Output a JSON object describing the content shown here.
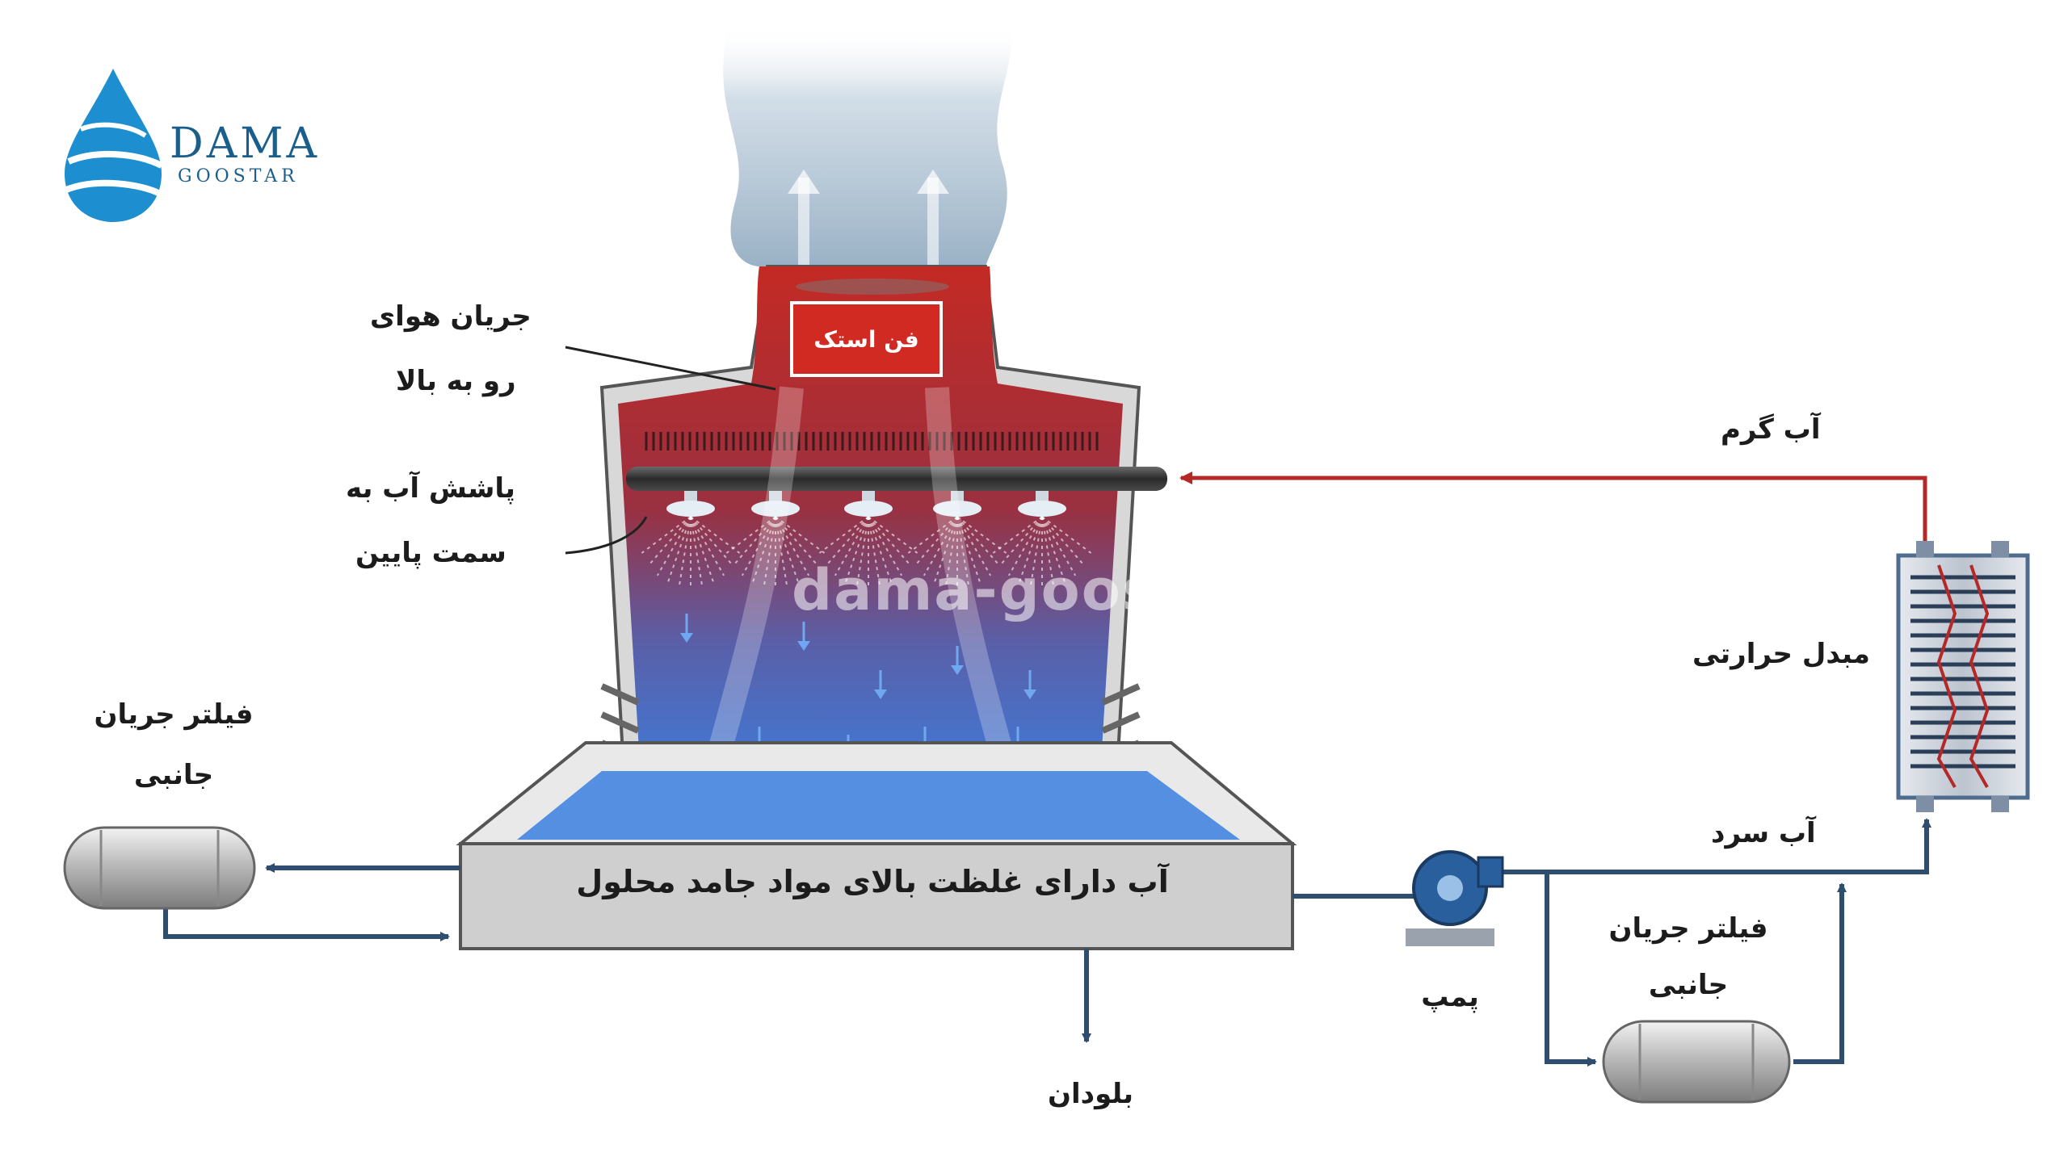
{
  "logo": {
    "name": "DAMA",
    "subtitle": "GOOSTAR"
  },
  "watermark": "dama-goostar.ir",
  "fan": {
    "label": "فن استک"
  },
  "labels": {
    "air_flow_line1": "جریان هوای",
    "air_flow_line2": "رو به بالا",
    "spray_line1": "پاشش آب به",
    "spray_line2": "سمت پایین",
    "hot_water": "آب گرم",
    "heat_exchanger": "مبدل حرارتی",
    "cold_water": "آب سرد",
    "side_filter_left_line1": "فیلتر جریان",
    "side_filter_left_line2": "جانبی",
    "side_filter_right_line1": "فیلتر جریان",
    "side_filter_right_line2": "جانبی",
    "pump": "پمپ",
    "blowdown": "بلودان",
    "basin": "آب دارای غلظت بالای مواد جامد محلول"
  },
  "colors": {
    "hot": "#c8322b",
    "cold": "#3d7fd6",
    "pipe": "#2f4d6e",
    "hot_pipe": "#b42828",
    "brand": "#1a5f8c"
  }
}
